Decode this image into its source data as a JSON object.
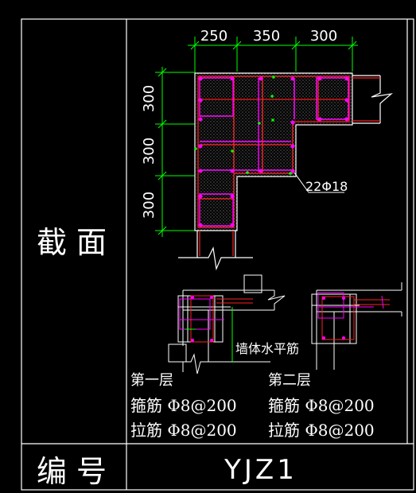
{
  "table": {
    "row_label_section": "截 面",
    "row_label_number": "编 号",
    "member_code": "YJZ1"
  },
  "section": {
    "dim_top": [
      "250",
      "350",
      "300"
    ],
    "dim_left": [
      "300",
      "300",
      "300"
    ],
    "rebar_callout": "22Φ18"
  },
  "details": {
    "wall_rebar_note": "墙体水平筋",
    "layer1": {
      "title": "第一层",
      "stirrup": "箍筋 Φ8@200",
      "tie": "拉筋 Φ8@200"
    },
    "layer2": {
      "title": "第二层",
      "stirrup": "箍筋 Φ8@200",
      "tie": "拉筋 Φ8@200"
    }
  },
  "colors": {
    "frame": "#ffffff",
    "dimension": "#00ff00",
    "concrete_outline": "#ffffff",
    "rebar_red": "#ff2020",
    "stirrup_magenta": "#ff00ff",
    "background": "#000000"
  }
}
